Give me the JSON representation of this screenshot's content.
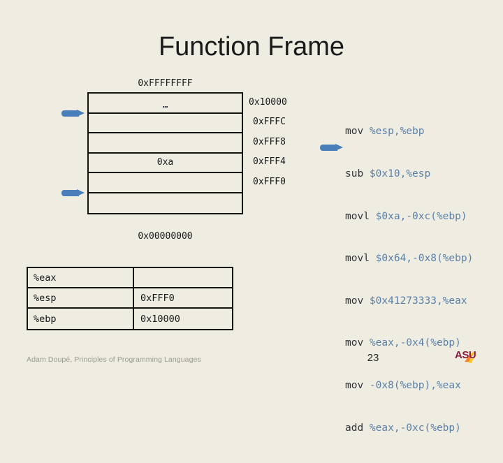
{
  "slide": {
    "title": "Function Frame",
    "page_number": "23",
    "footer": "Adam Doupé, Principles of Programming Languages",
    "background_color": "#efede2",
    "accent_color": "#4a7ebb",
    "logo": {
      "name": "ASU",
      "text": "ASU",
      "maroon": "#8c1d40",
      "gold": "#ffc627"
    }
  },
  "stack": {
    "top_address": "0xFFFFFFFF",
    "bottom_address": "0x00000000",
    "rows": [
      {
        "value": "…"
      },
      {
        "value": ""
      },
      {
        "value": ""
      },
      {
        "value": "0xa"
      },
      {
        "value": ""
      },
      {
        "value": ""
      }
    ],
    "address_ticks": [
      "0x10000",
      "0xFFFC",
      "0xFFF8",
      "0xFFF4",
      "0xFFF0"
    ]
  },
  "code": {
    "lines": [
      {
        "op": "mov ",
        "arg": "%esp,%ebp"
      },
      {
        "op": "sub ",
        "arg": "$0x10,%esp"
      },
      {
        "op": "movl ",
        "arg": "$0xa,-0xc(%ebp)"
      },
      {
        "op": "movl ",
        "arg": "$0x64,-0x8(%ebp)"
      },
      {
        "op": "mov ",
        "arg": "$0x41273333,%eax"
      },
      {
        "op": "mov ",
        "arg": "%eax,-0x4(%ebp)"
      },
      {
        "op": "mov ",
        "arg": "-0x8(%ebp),%eax"
      },
      {
        "op": "add ",
        "arg": "%eax,-0xc(%ebp)"
      }
    ]
  },
  "registers": {
    "rows": [
      {
        "name": "%eax",
        "value": ""
      },
      {
        "name": "%esp",
        "value": "0xFFF0"
      },
      {
        "name": "%ebp",
        "value": "0x10000"
      }
    ]
  }
}
